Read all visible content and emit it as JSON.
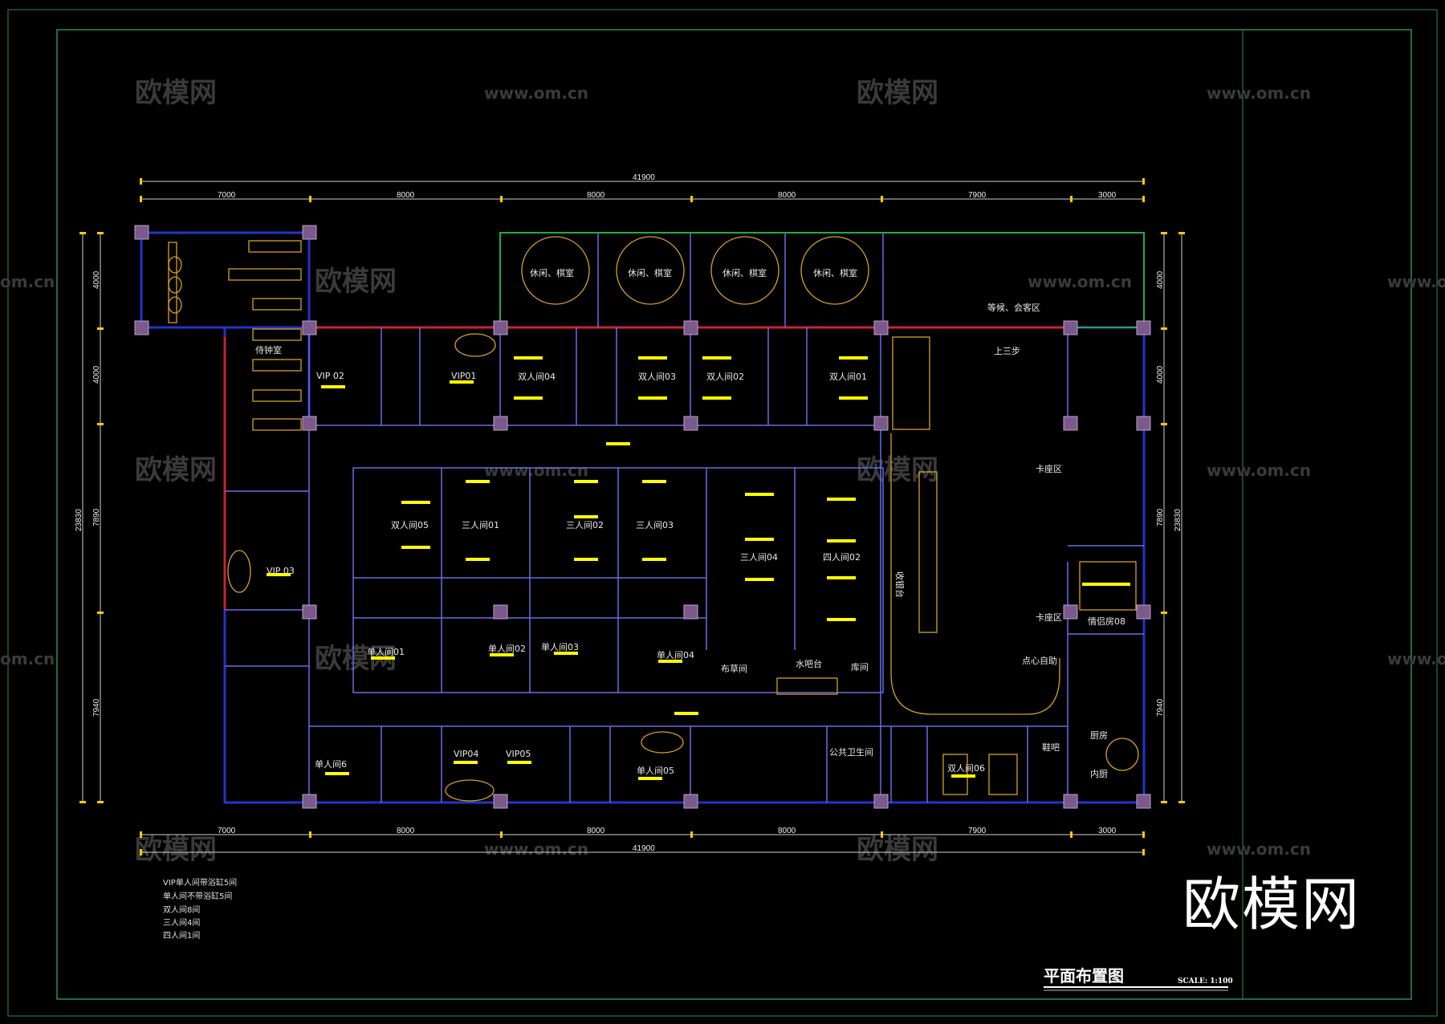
{
  "watermark": {
    "logo_text": "欧模网",
    "url_text": "www.om.cn",
    "url_text_cut": "om.cn"
  },
  "dimensions": {
    "total": "41900",
    "top_segments": [
      "7000",
      "8000",
      "8000",
      "8000",
      "7900",
      "3000"
    ],
    "bottom_segments": [
      "7000",
      "8000",
      "8000",
      "8000",
      "7900",
      "3000"
    ],
    "total_height": "23830",
    "left_segments": [
      "4000",
      "4000",
      "7890",
      "7940"
    ],
    "right_segments": [
      "4000",
      "4000",
      "7890",
      "7940"
    ]
  },
  "rooms": {
    "waiting": "侍钟室",
    "vip02": "VIP 02",
    "vip01": "VIP01",
    "vip03": "VIP 03",
    "vip04": "VIP04",
    "vip05": "VIP05",
    "double04": "双人间04",
    "double03": "双人间03",
    "double02": "双人间02",
    "double01": "双人间01",
    "double05": "双人间05",
    "double06": "双人间06",
    "triple01": "三人间01",
    "triple02": "三人间02",
    "triple03": "三人间03",
    "triple04": "三人间04",
    "quad02": "四人间02",
    "single01": "单人间01",
    "single02": "单人间02",
    "single03": "单人间03",
    "single04": "单人间04",
    "single05": "单人间05",
    "single6": "单人间6",
    "lounge1": "休闲、棋室",
    "lounge2": "休闲、棋室",
    "lounge3": "休闲、棋室",
    "lounge4": "休闲、棋室",
    "reception": "等候、会客区",
    "steps": "上三步",
    "cashier": "收银台",
    "booth1": "卡座区",
    "booth2": "卡座区",
    "couple08": "情侣房08",
    "dessert": "点心自助",
    "linen": "布草间",
    "waterbar": "水吧台",
    "storage": "库间",
    "public_wc": "公共卫生间",
    "shoe": "鞋吧",
    "kitchen": "厨房",
    "inner_room": "内厨"
  },
  "legend": [
    "VIP单人间带浴缸5间",
    "单人间不带浴缸5间",
    "双人间8间",
    "三人间4间",
    "四人间1间"
  ],
  "title_block": {
    "title": "平面布置图",
    "scale": "SCALE: 1:100"
  },
  "colors": {
    "background": "#000000",
    "wall": "#2233cc",
    "furniture": "#d6a025",
    "marker": "#ffff00",
    "frame": "#2e8b57"
  }
}
